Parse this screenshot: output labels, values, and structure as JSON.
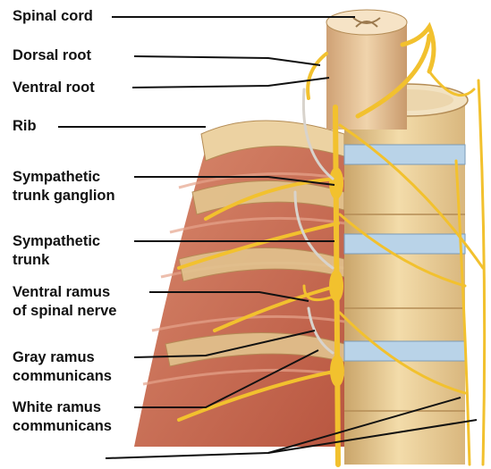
{
  "labels": [
    {
      "id": "spinal-cord",
      "lines": [
        "Spinal cord"
      ]
    },
    {
      "id": "dorsal-root",
      "lines": [
        "Dorsal root"
      ]
    },
    {
      "id": "ventral-root",
      "lines": [
        "Ventral root"
      ]
    },
    {
      "id": "rib",
      "lines": [
        "Rib"
      ]
    },
    {
      "id": "sympathetic-trunk-ganglion",
      "lines": [
        "Sympathetic",
        "trunk ganglion"
      ]
    },
    {
      "id": "sympathetic-trunk",
      "lines": [
        "Sympathetic",
        "trunk"
      ]
    },
    {
      "id": "ventral-ramus",
      "lines": [
        "Ventral ramus",
        "of spinal nerve"
      ]
    },
    {
      "id": "gray-ramus",
      "lines": [
        "Gray ramus",
        "communicans"
      ]
    },
    {
      "id": "white-ramus",
      "lines": [
        "White ramus",
        "communicans"
      ]
    }
  ],
  "colors": {
    "nerve": "#f2c12e",
    "bone": "#e9cf9c",
    "bone_shade": "#c9a66b",
    "disc": "#b9d3e8",
    "muscle": "#c96f55",
    "leader": "#111111"
  }
}
